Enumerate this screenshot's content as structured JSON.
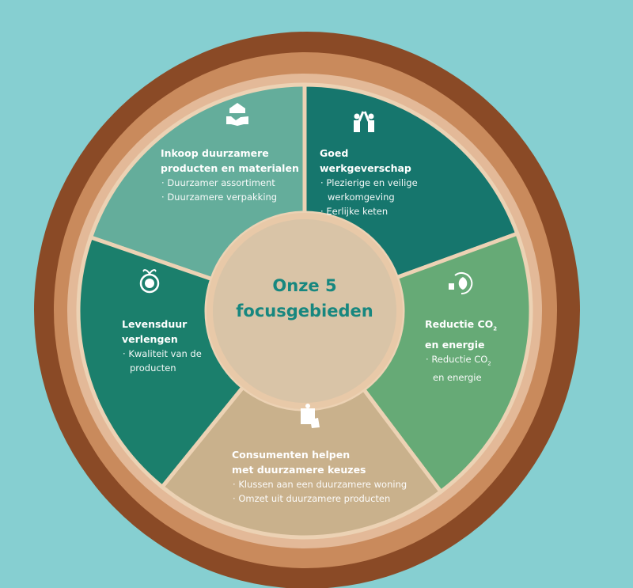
{
  "title": {
    "line1": "Onze 5",
    "line2": "focusgebieden"
  },
  "colors": {
    "background": "#86cfd1",
    "bark": "#8a4a26",
    "sapwood": "#e3b998",
    "seg_inkoop": "#64ad9b",
    "seg_werkgever": "#16766d",
    "seg_co2": "#66aa76",
    "seg_consument": "#c9b18c",
    "seg_levensduur": "#1b7f6c",
    "center": "#d9c4a7",
    "title": "#17877f"
  },
  "segments": [
    {
      "id": "inkoop",
      "icon": "handshake-plant-icon",
      "title_lines": [
        "Inkoop duurzamere",
        "producten en materialen"
      ],
      "bullets": [
        "Duurzamer assortiment",
        "Duurzamere verpakking"
      ]
    },
    {
      "id": "werkgever",
      "icon": "high-five-icon",
      "title_lines": [
        "Goed werkgeverschap"
      ],
      "bullets": [
        "Plezierige en veilige werkomgeving",
        "Eerlijke keten"
      ]
    },
    {
      "id": "co2",
      "icon": "plug-leaf-cycle-icon",
      "title_lines": [
        "Reductie CO",
        "en energie"
      ],
      "title_sub": "2",
      "bullets": [
        "Reductie CO",
        "en energie"
      ],
      "bullet_sub": "2"
    },
    {
      "id": "consument",
      "icon": "checklist-hand-icon",
      "title_lines": [
        "Consumenten helpen",
        "met duurzamere keuzes"
      ],
      "bullets": [
        "Klussen aan een duurzamere woning",
        "Omzet uit duurzamere producten"
      ]
    },
    {
      "id": "levensduur",
      "icon": "clock-plant-icon",
      "title_lines": [
        "Levensduur",
        "verlengen"
      ],
      "bullets": [
        "Kwaliteit van de producten"
      ]
    }
  ]
}
